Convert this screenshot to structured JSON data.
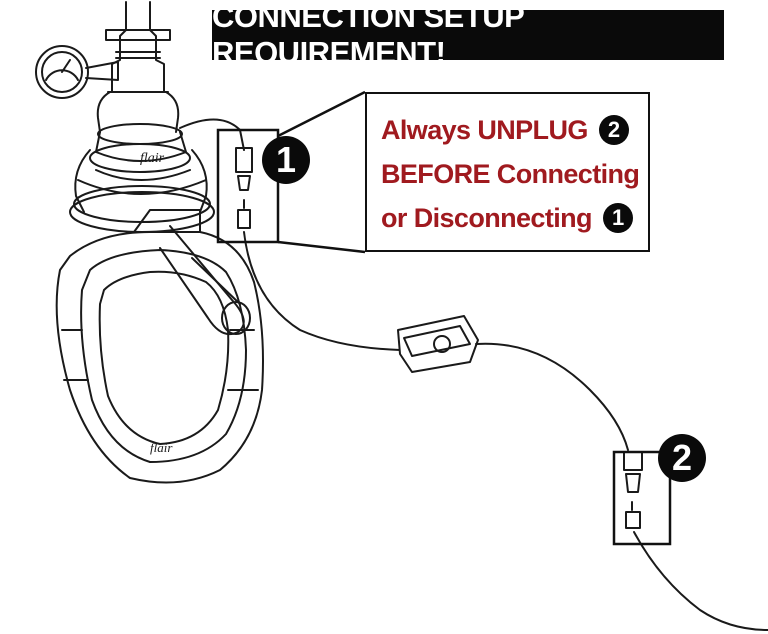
{
  "banner": {
    "title": "CONNECTION SETUP REQUIREMENT!"
  },
  "callout": {
    "line1_text": "Always UNPLUG",
    "line1_badge": "2",
    "line2_text": "BEFORE Connecting",
    "line3_text": "or Disconnecting",
    "line3_badge": "1"
  },
  "markers": {
    "marker1": "1",
    "marker2": "2"
  },
  "product_logo": "flair",
  "colors": {
    "warning_text": "#a01a1f",
    "banner_bg": "#0a0a0a",
    "line_art": "#1a1a1a"
  }
}
